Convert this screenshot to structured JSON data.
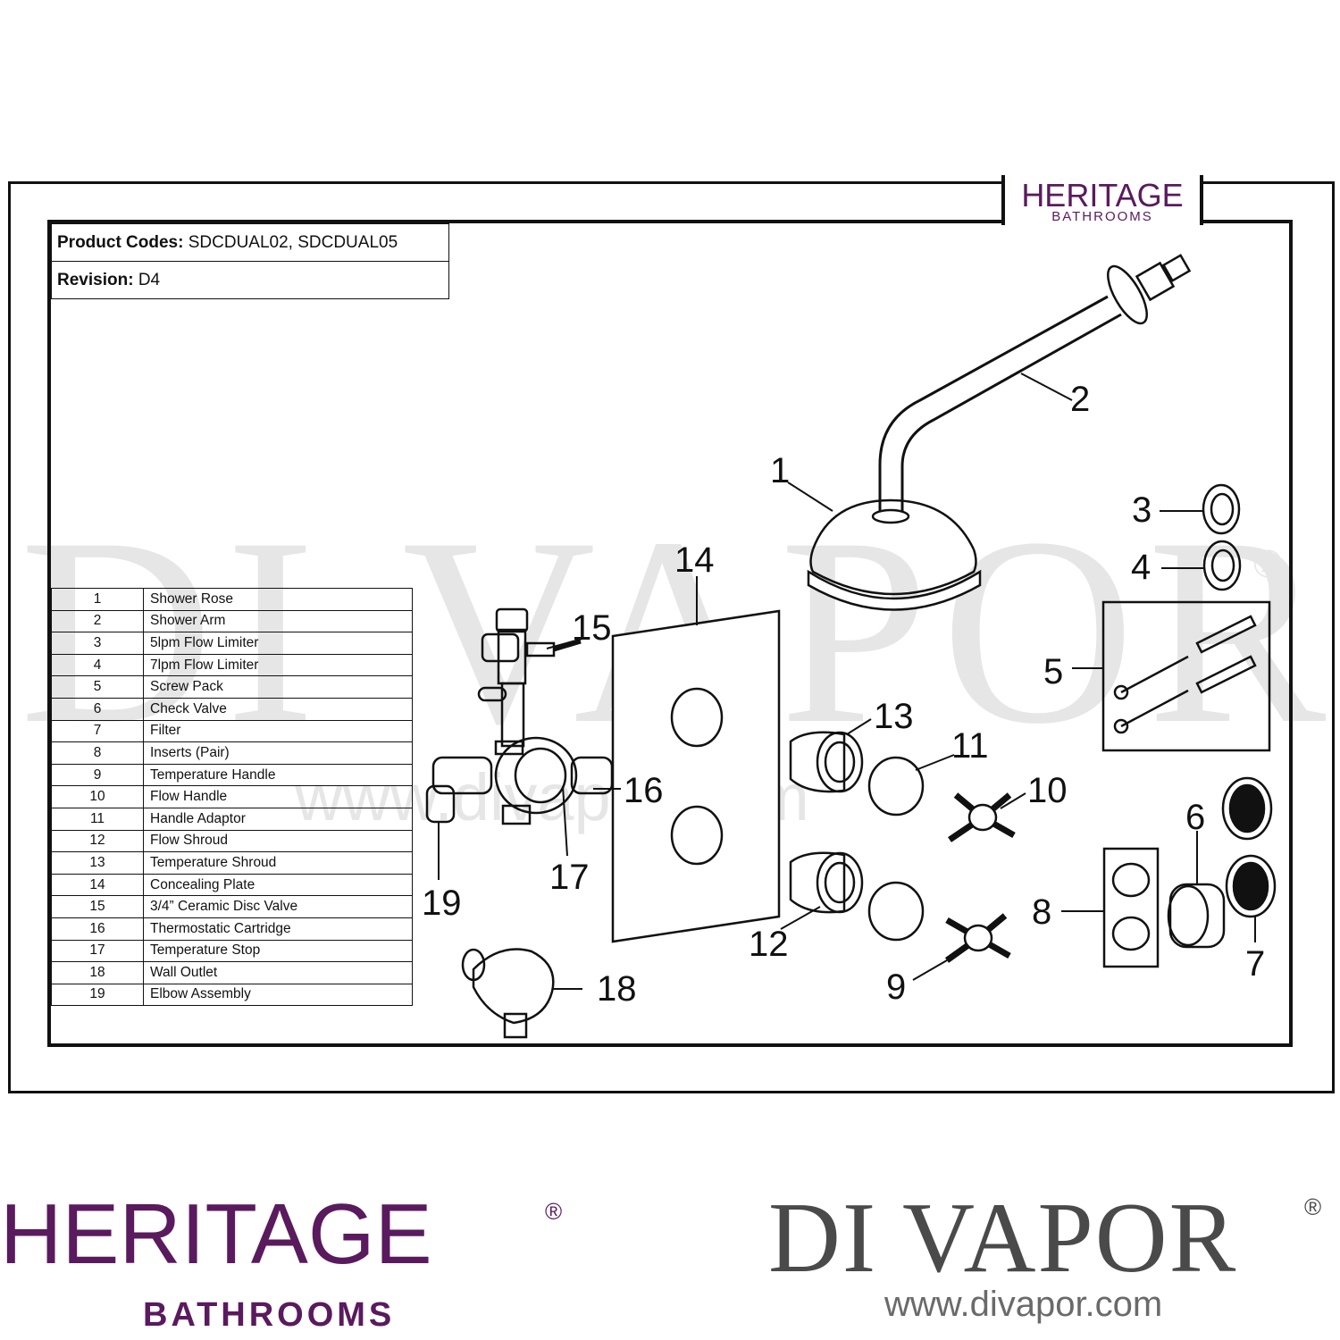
{
  "header": {
    "logo_main": "HERITAGE",
    "logo_sub": "BATHROOMS",
    "product_codes_label": "Product Codes:",
    "product_codes_value": "SDCDUAL02, SDCDUAL05",
    "revision_label": "Revision:",
    "revision_value": "D4"
  },
  "parts": [
    {
      "num": "1",
      "name": "Shower Rose"
    },
    {
      "num": "2",
      "name": "Shower Arm"
    },
    {
      "num": "3",
      "name": "5lpm Flow Limiter"
    },
    {
      "num": "4",
      "name": "7lpm Flow Limiter"
    },
    {
      "num": "5",
      "name": "Screw Pack"
    },
    {
      "num": "6",
      "name": "Check Valve"
    },
    {
      "num": "7",
      "name": "Filter"
    },
    {
      "num": "8",
      "name": "Inserts (Pair)"
    },
    {
      "num": "9",
      "name": "Temperature Handle"
    },
    {
      "num": "10",
      "name": "Flow Handle"
    },
    {
      "num": "11",
      "name": "Handle Adaptor"
    },
    {
      "num": "12",
      "name": "Flow Shroud"
    },
    {
      "num": "13",
      "name": "Temperature Shroud"
    },
    {
      "num": "14",
      "name": "Concealing Plate"
    },
    {
      "num": "15",
      "name": "3/4” Ceramic Disc Valve"
    },
    {
      "num": "16",
      "name": "Thermostatic Cartridge"
    },
    {
      "num": "17",
      "name": "Temperature Stop"
    },
    {
      "num": "18",
      "name": "Wall Outlet"
    },
    {
      "num": "19",
      "name": "Elbow Assembly"
    }
  ],
  "callouts": [
    "1",
    "2",
    "3",
    "4",
    "5",
    "6",
    "7",
    "8",
    "9",
    "10",
    "11",
    "12",
    "13",
    "14",
    "15",
    "16",
    "17",
    "18",
    "19"
  ],
  "watermark": {
    "text": "DI VAPOR",
    "reg": "®",
    "url": "www.divapor.com"
  },
  "footer": {
    "left_brand": "HERITAGE",
    "left_reg": "®",
    "left_sub": "BATHROOMS",
    "right_brand": "DI VAPOR",
    "right_reg": "®",
    "right_url": "www.divapor.com"
  },
  "colors": {
    "heritage_purple": "#5a1a5e",
    "divapor_grey": "#4a4a4a",
    "line": "#111111"
  }
}
